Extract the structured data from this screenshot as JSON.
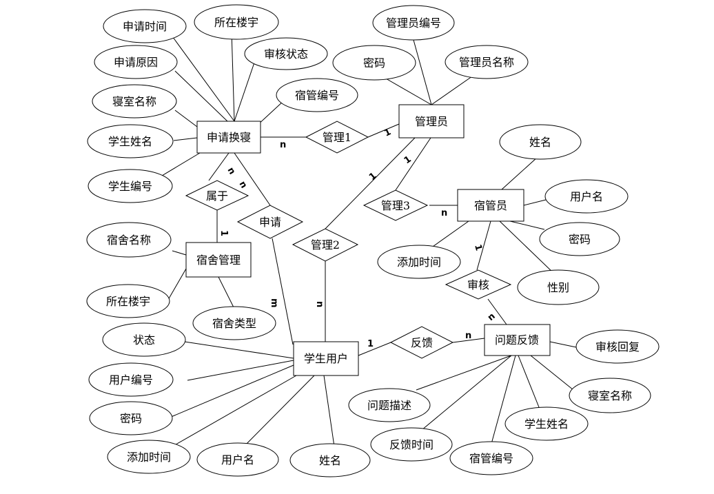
{
  "entities": {
    "apply_swap": "申请换寝",
    "admin": "管理员",
    "dorm_manager": "宿管员",
    "dorm_mgmt": "宿舍管理",
    "student_user": "学生用户",
    "feedback": "问题反馈"
  },
  "relationships": {
    "manage1": "管理1",
    "manage2": "管理2",
    "manage3": "管理3",
    "belong": "属于",
    "apply": "申请",
    "review": "审核",
    "feedback_rel": "反馈"
  },
  "attributes": {
    "apply_time": "申请时间",
    "apply_building": "所在楼宇",
    "apply_review_status": "审核状态",
    "apply_manager_no": "宿管编号",
    "apply_reason": "申请原因",
    "apply_room_name": "寝室名称",
    "apply_student_name": "学生姓名",
    "apply_student_no": "学生编号",
    "admin_no": "管理员编号",
    "admin_password": "密码",
    "admin_name": "管理员名称",
    "manager_name": "姓名",
    "manager_username": "用户名",
    "manager_password": "密码",
    "manager_add_time": "添加时间",
    "manager_gender": "性别",
    "dorm_name": "宿舍名称",
    "dorm_building": "所在楼宇",
    "dorm_type": "宿舍类型",
    "student_status": "状态",
    "student_user_no": "用户编号",
    "student_password": "密码",
    "student_add_time": "添加时间",
    "student_username": "用户名",
    "student_name": "姓名",
    "fb_review_reply": "审核回复",
    "fb_room_name": "寝室名称",
    "fb_student_name": "学生姓名",
    "fb_manager_no": "宿管编号",
    "fb_time": "反馈时间",
    "fb_description": "问题描述"
  },
  "cardinalities": {
    "apply_manage1": "n",
    "admin_manage1": "1",
    "admin_manage3": "1",
    "admin_manage2": "1",
    "manager_manage3": "n",
    "apply_belong": "n",
    "apply_apply": "n",
    "dorm_belong": "1",
    "student_apply": "m",
    "student_manage2": "n",
    "student_feedback": "1",
    "feedback_feedback": "n",
    "manager_review": "1",
    "feedback_review": "n"
  }
}
